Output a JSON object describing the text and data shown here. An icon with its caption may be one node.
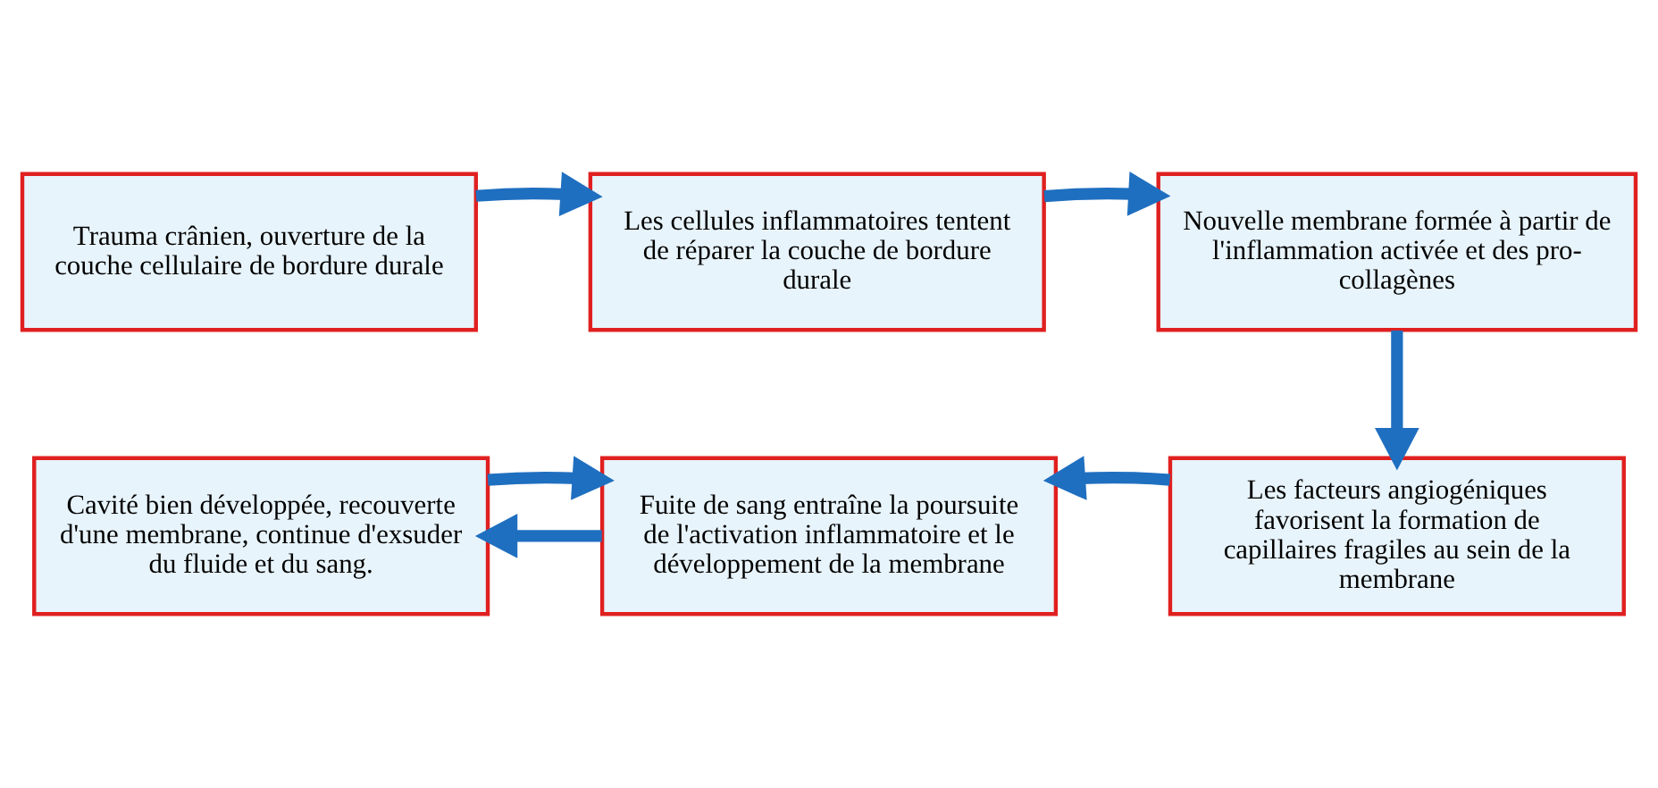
{
  "diagram": {
    "nodes": [
      {
        "text": [
          "Trauma crânien, ouverture de la couche cellulaire de bordure durale"
        ]
      },
      {
        "text": [
          "Les cellules inflammatoires tentent de réparer la couche de bordure durale"
        ]
      },
      {
        "text": [
          "Nouvelle membrane formée à partir de l'inflammation activée et des pro-collagènes"
        ]
      },
      {
        "text": [
          "Les facteurs angiogéniques favorisent la formation de capillaires fragiles au sein de la membrane"
        ]
      },
      {
        "text": [
          "Fuite de sang entraîne la poursuite de l'activation inflammatoire et le développement de la membrane"
        ]
      },
      {
        "text": [
          "Cavité bien développée, recouverte d'une membrane, continue d'exsuder du fluide et du sang."
        ]
      }
    ],
    "edges": [
      {
        "from": 0,
        "to": 1,
        "arrow": "to"
      },
      {
        "from": 1,
        "to": 2,
        "arrow": "to"
      },
      {
        "from": 2,
        "to": 3,
        "arrow": "to"
      },
      {
        "from": 3,
        "to": 4,
        "arrow": "to"
      },
      {
        "from": 4,
        "to": 5,
        "arrow": "to"
      },
      {
        "from": 5,
        "to": 4,
        "arrow": "to"
      }
    ]
  }
}
